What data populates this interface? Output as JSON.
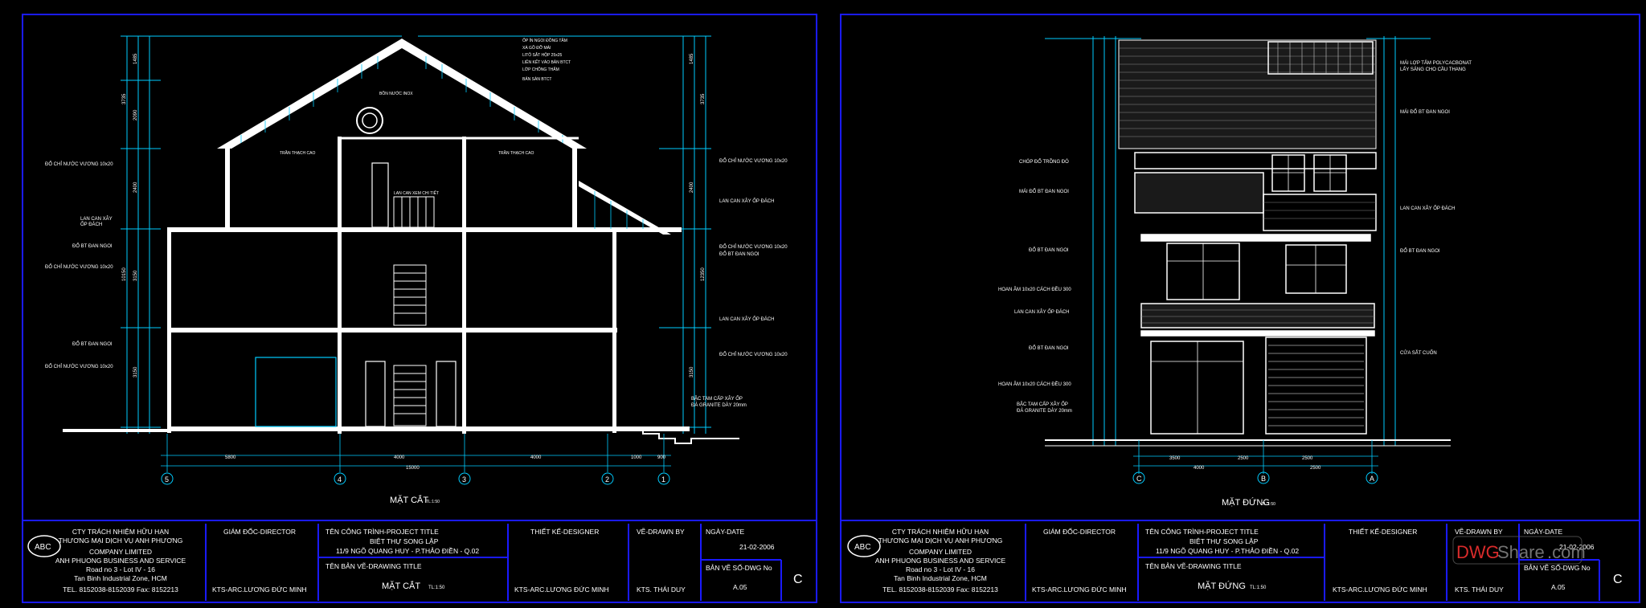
{
  "colors": {
    "frame": "#1a1aff",
    "cyan": "#00ccff",
    "white": "#ffffff",
    "green": "#39d353",
    "red": "#ff3333"
  },
  "sheets": [
    {
      "drawing_title": "MẶT CẮT",
      "drawing_scale": "TL:1:50",
      "labels_left": [
        "ĐỔ CHỈ NƯỚC VƯƠNG 10x20",
        "LAN CAN XÂY",
        "ỐP ĐÁCH",
        "ĐỔ BT ĐAN NGOI",
        "ĐỔ CHỈ NƯỚC VƯƠNG 10x20",
        "ĐỔ BT ĐAN NGOI",
        "ĐỔ CHỈ NƯỚC VƯƠNG 10x20"
      ],
      "labels_right": [
        "ĐỔ CHỈ NƯỚC VƯƠNG 10x20",
        "LAN CAN XÂY ỐP ĐÁCH",
        "ĐỔ CHỈ NƯỚC VƯƠNG 10x20",
        "ĐỔ BT ĐAN NGOI",
        "LAN CAN XÂY ỐP ĐÁCH",
        "ĐỔ CHỈ NƯỚC VƯƠNG 10x20",
        "BẬC TAM CẤP XÂY ỐP",
        "ĐÁ GRANITE DÀY 20mm"
      ],
      "labels_roof": [
        "ỐP ÍN NGOI ĐỒNG TÂM",
        "XÀ GỒ ĐỠ MÁI",
        "LITÔ SẮT HỘP 25x25",
        "LIÊN KẾT VÀO BẢN BTCT",
        "LỚP CHỐNG THẤM",
        "BẢN SÀN BTCT"
      ],
      "labels_inner": [
        "BỒN NƯỚC INOX",
        "TRẦN THẠCH CAO",
        "TRẦN THẠCH CAO",
        "LAN CAN XEM CHI TIẾT"
      ],
      "dims_bottom": [
        "5800",
        "4000",
        "4000",
        "1000",
        "900",
        "15000"
      ],
      "axes": [
        "5",
        "4",
        "3",
        "2",
        "1"
      ]
    },
    {
      "drawing_title": "MẶT ĐỨNG",
      "drawing_scale": "TL:1:50",
      "labels_left": [
        "CHÓP ĐỔ TRỒNG ĐÓ",
        "MÁI ĐỔ BT ĐAN NGOI",
        "ĐỔ BT ĐAN NGOI",
        "HOAN ÂM 10x20 CÁCH ĐỀU 300",
        "LAN CAN XÂY ỐP ĐÁCH",
        "ĐỔ BT ĐAN NGOI",
        "HOAN ÂM 10x20 CÁCH ĐỀU 300",
        "BẬC TAM CẤP XÂY ỐP",
        "ĐÁ GRANITE DÀY 20mm"
      ],
      "labels_right": [
        "MÁI LỢP TẤM POLYCACBONAT",
        "LẤY SÁNG CHO CẦU THANG",
        "MÁI ĐỔ BT ĐAN NGOI",
        "LAN CAN XÂY ỐP ĐÁCH",
        "ĐỔ BT ĐAN NGOI",
        "CỬA SẮT CUỐN"
      ],
      "dims_bottom": [
        "3500",
        "2500",
        "2500",
        "4000",
        "2500"
      ],
      "axes": [
        "C",
        "B",
        "A"
      ]
    }
  ],
  "title_block": {
    "company": [
      "CTY TRÁCH NHIỆM HỮU HẠN",
      "THƯƠNG MẠI DỊCH VỤ ANH PHƯƠNG",
      "COMPANY LIMITED",
      "ANH PHUONG BUSINESS AND SERVICE",
      "Road no 3 - Lot IV - 16",
      "Tan Binh Industrial Zone, HCM",
      "TEL. 8152038-8152039  Fax: 8152213"
    ],
    "logo": "ABC",
    "director_label": "GIÁM ĐỐC-DIRECTOR",
    "director_name": "KTS-ARC.LƯƠNG ĐỨC MINH",
    "project_label": "TÊN CÔNG TRÌNH-PROJECT TITLE",
    "project_line1": "BIỆT THỰ SONG LẬP",
    "project_line2": "11/9 NGÕ QUANG HUY - P.THẢO ĐIỀN - Q.02",
    "drawing_label": "TÊN BẢN VẼ-DRAWING TITLE",
    "designer_label": "THIẾT KẾ-DESIGNER",
    "designer_name": "KTS-ARC.LƯƠNG ĐỨC MINH",
    "drawn_label": "VẼ-DRAWN BY",
    "drawn_name": "KTS. THÁI DUY",
    "date_label": "NGÀY-DATE",
    "date_value": "21-02-2006",
    "dwg_label": "BẢN VẼ SỐ-DWG No",
    "dwg_no": "A.05",
    "rev": "C"
  },
  "watermark": {
    "part1": "DWG",
    "part2": "Share",
    "part3": ".com"
  }
}
